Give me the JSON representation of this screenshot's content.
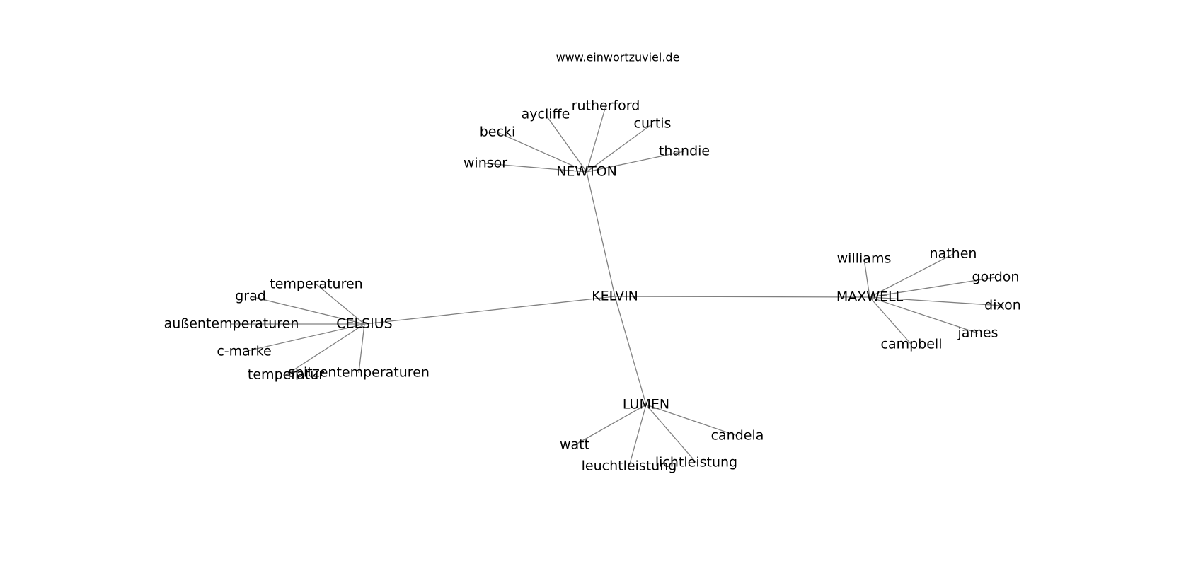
{
  "diagram": {
    "website": "www.einwortzuviel.de",
    "edge_color": "#808080",
    "center": "KELVIN",
    "hubs": [
      {
        "name": "NEWTON",
        "leaves": [
          "winsor",
          "becki",
          "aycliffe",
          "rutherford",
          "curtis",
          "thandie"
        ]
      },
      {
        "name": "MAXWELL",
        "leaves": [
          "williams",
          "nathen",
          "gordon",
          "dixon",
          "james",
          "campbell"
        ]
      },
      {
        "name": "CELSIUS",
        "leaves": [
          "temperaturen",
          "grad",
          "außentemperaturen",
          "c-marke",
          "temperatur",
          "spitzentemperaturen"
        ]
      },
      {
        "name": "LUMEN",
        "leaves": [
          "watt",
          "leuchtleistung",
          "lichtleistung",
          "candela"
        ]
      }
    ]
  }
}
